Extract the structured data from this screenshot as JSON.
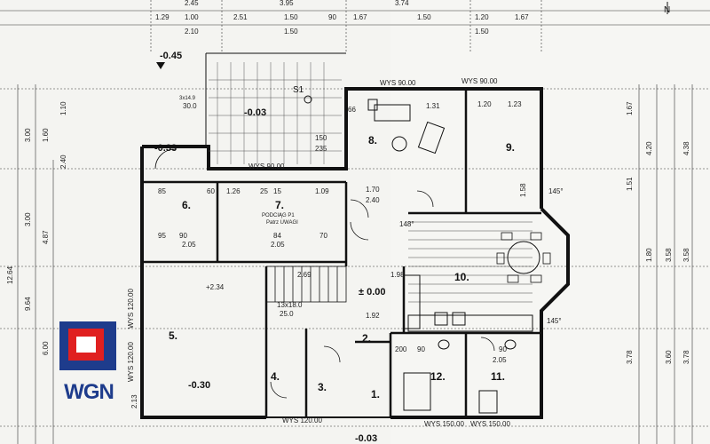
{
  "rooms": {
    "r1": "1.",
    "r2": "2.",
    "r3": "3.",
    "r4": "4.",
    "r5": "5.",
    "r6": "6.",
    "r7": "7.",
    "r8": "8.",
    "r9": "9.",
    "r10": "10.",
    "r11": "11.",
    "r12": "12."
  },
  "levels": {
    "l1": "-0.45",
    "l2": "-0.03",
    "l3": "-0.33",
    "l4": "+2.34",
    "l5": "± 0.00",
    "l6": "-0.30",
    "l7": "-0.03"
  },
  "labels": {
    "wys1": "WYS 90.00",
    "wys2": "WYS 90.00",
    "wys3": "WYS 90.00",
    "wys4": "WYS 120.00",
    "wys5": "WYS 120.00",
    "wys6": "WYS 150.00",
    "wys7": "WYS 150.00",
    "wys8": "WYS 120.00",
    "s1": "S1",
    "podciag": "PODCIĄG P1",
    "uwaga": "Patrz UWAGI",
    "stairs1": "3x14.9",
    "stairs1b": "30.0",
    "stairs2": "13x18.0",
    "stairs2b": "25.0",
    "d1": "145°",
    "d2": "148°",
    "d3": "145°"
  },
  "top_dims": {
    "a": [
      "1.29",
      "1.00",
      "2.51",
      "1.50",
      "90",
      "1.67",
      "1.50",
      "1.20",
      "1.67"
    ],
    "b": [
      "2.10",
      "1.50",
      "1.50"
    ],
    "c": [
      "2.45",
      "3.95",
      "3.74"
    ]
  },
  "room_dims": {
    "r6a": "85",
    "r6b": "60",
    "r6c": "95",
    "r6d": "90",
    "r6e": "2.05",
    "r7a": "1.26",
    "r7b": "25",
    "r7c": "15",
    "r7d": "1.09",
    "r7e": "84",
    "r7f": "70",
    "r7g": "2.05",
    "r8a": "1.31",
    "r8b": "66",
    "r8c": "150",
    "r8d": "235",
    "r8e": "1.70",
    "r8f": "2.40",
    "r9a": "1.23",
    "r9b": "1.20",
    "r9c": "1.58",
    "r10a": "1.98",
    "r10b": "2.69",
    "r10c": "1.92",
    "r11a": "2.05",
    "r11b": "90",
    "r12a": "90",
    "r12b": "200"
  },
  "side_dims": {
    "left": [
      "3.00",
      "1.60",
      "2.40",
      "3.00",
      "4.87",
      "12.64",
      "9.64",
      "6.00",
      "1.10",
      "2.13"
    ],
    "right": [
      "1.67",
      "4.20",
      "4.38",
      "1.51",
      "3.58",
      "3.58",
      "3.78",
      "3.60",
      "3.78",
      "1.80"
    ]
  },
  "logo": {
    "text": "WGN"
  },
  "compass": {
    "label": "N"
  },
  "colors": {
    "logo_blue": "#1e3c8c",
    "logo_red": "#e02020"
  }
}
